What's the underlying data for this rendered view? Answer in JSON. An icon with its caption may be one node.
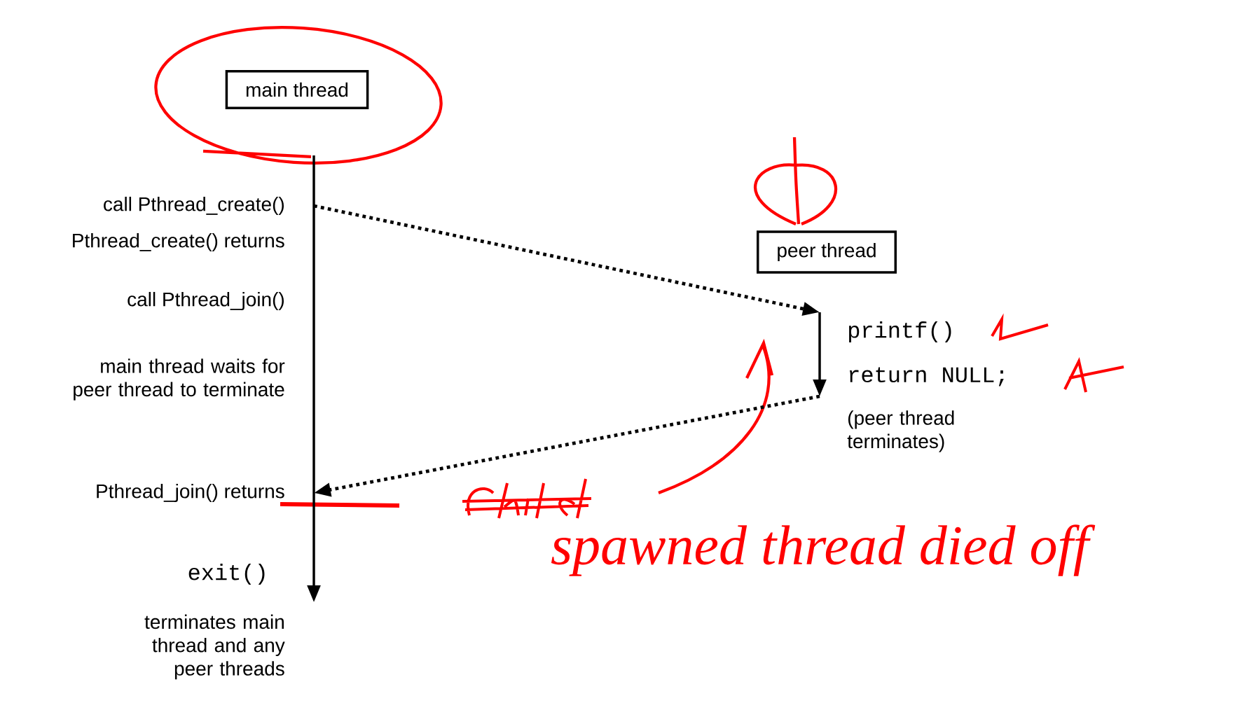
{
  "diagram": {
    "nodes": [
      {
        "text": [
          "main thread"
        ]
      },
      {
        "text": [
          "peer thread"
        ]
      },
      {
        "text": [
          "call Pthread_create()"
        ]
      },
      {
        "text": [
          "printf()"
        ]
      },
      {
        "text": [
          "return NULL;"
        ]
      },
      {
        "text": [
          "Pthread_join() returns"
        ]
      }
    ],
    "edges": [
      {
        "from": 0,
        "to": null,
        "arrow": "to"
      },
      {
        "from": 2,
        "to": 3,
        "arrow": "to",
        "style": "dashed"
      },
      {
        "from": 3,
        "to": 4,
        "arrow": "to"
      },
      {
        "from": 4,
        "to": 5,
        "arrow": "to",
        "style": "dashed"
      }
    ],
    "labels": [
      "Pthread_create() returns",
      "call Pthread_join()",
      "main thread waits for peer thread to terminate",
      "exit()",
      "terminates main thread and any peer threads",
      "(peer thread terminates)",
      "spawned thread died off"
    ]
  }
}
